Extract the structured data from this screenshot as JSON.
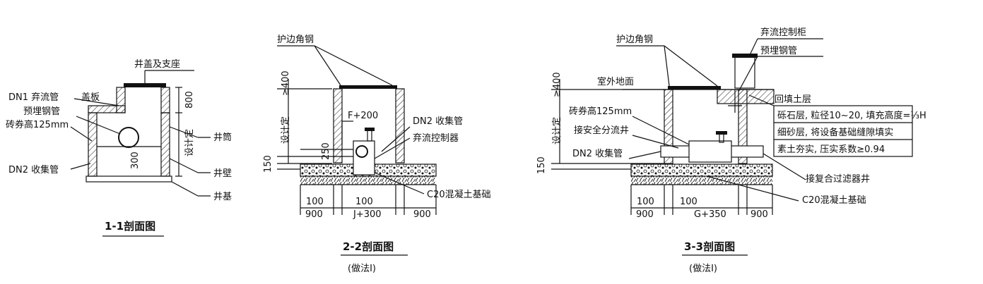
{
  "sec1": {
    "title": "1-1剖面图",
    "labels": {
      "cover_seat": "井盖及支座",
      "cover_plate": "盖板",
      "dn1": "DN1 弃流管",
      "pipe": "预埋钢管",
      "brick": "砖券高125mm",
      "dn2": "DN2 收集管",
      "shaft": "井筒",
      "wall": "井壁",
      "base": "井基"
    },
    "dims": {
      "d800": "800",
      "design": "设计定",
      "d300": "300"
    }
  },
  "sec2": {
    "title": "2-2剖面图",
    "subtitle": "(做法Ⅰ)",
    "labels": {
      "angle": "护边角钢",
      "dn2": "DN2 收集管",
      "ctrl": "弃流控制器",
      "concrete": "C20混凝土基础"
    },
    "dims": {
      "ge400": "≥400",
      "design": "设计定",
      "f200": "F+200",
      "d250": "250",
      "d150": "150",
      "d100a": "100",
      "d100b": "100",
      "d900a": "900",
      "j300": "J+300",
      "d900b": "900"
    }
  },
  "sec3": {
    "title": "3-3剖面图",
    "subtitle": "(做法Ⅰ)",
    "labels": {
      "angle": "护边角钢",
      "cabinet": "弃流控制柜",
      "pipe": "预埋钢管",
      "ground": "室外地面",
      "backfill": "回填土层",
      "gravel_note": "砾石层, 粒径10~20, 填充高度=⅓H",
      "sand_note": "细砂层, 将设备基础缝隙填实",
      "soil_note": "素土夯实, 压实系数≥0.94",
      "brick": "砖券高125mm",
      "safety": "接安全分流井",
      "dn2": "DN2 收集管",
      "filter": "接复合过滤器井",
      "concrete": "C20混凝土基础"
    },
    "dims": {
      "ge400": "≥400",
      "design": "设计定",
      "d150": "150",
      "d100a": "100",
      "d100b": "100",
      "d900a": "900",
      "g350": "G+350",
      "d900b": "900"
    }
  }
}
